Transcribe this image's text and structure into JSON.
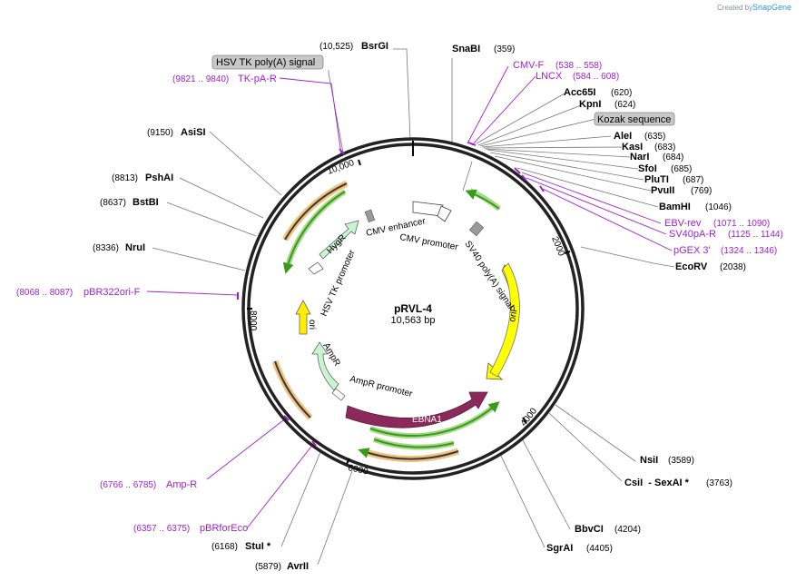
{
  "plasmid": {
    "name": "pRVL-4",
    "length_label": "10,563 bp"
  },
  "credit": {
    "created_by": "Created by",
    "brand": "SnapGene"
  },
  "boxed_labels": [
    {
      "id": "hsv-tk",
      "text": "HSV TK poly(A) signal"
    },
    {
      "id": "kozak",
      "text": "Kozak sequence"
    }
  ],
  "ticks": [
    "2000",
    "4000",
    "6000",
    "8000",
    "10,000"
  ],
  "enzymes": [
    {
      "name": "BsrGI",
      "pos": "(10,525)"
    },
    {
      "name": "SnaBI",
      "pos": "(359)"
    },
    {
      "name": "Acc65I",
      "pos": "(620)"
    },
    {
      "name": "KpnI",
      "pos": "(624)"
    },
    {
      "name": "AleI",
      "pos": "(635)"
    },
    {
      "name": "KasI",
      "pos": "(683)"
    },
    {
      "name": "NarI",
      "pos": "(684)"
    },
    {
      "name": "SfoI",
      "pos": "(685)"
    },
    {
      "name": "PluTI",
      "pos": "(687)"
    },
    {
      "name": "PvuII",
      "pos": "(769)"
    },
    {
      "name": "BamHI",
      "pos": "(1046)"
    },
    {
      "name": "EcoRV",
      "pos": "(2038)"
    },
    {
      "name": "NsiI",
      "pos": "(3589)"
    },
    {
      "name": "CsiI  - SexAI *",
      "pos": "(3763)"
    },
    {
      "name": "BbvCI",
      "pos": "(4204)"
    },
    {
      "name": "SgrAI",
      "pos": "(4405)"
    },
    {
      "name": "AvrII",
      "pos": "(5879)"
    },
    {
      "name": "StuI *",
      "pos": "(6168)"
    },
    {
      "name": "NruI",
      "pos": "(8336)"
    },
    {
      "name": "BstBI",
      "pos": "(8637)"
    },
    {
      "name": "PshAI",
      "pos": "(8813)"
    },
    {
      "name": "AsiSI",
      "pos": "(9150)"
    }
  ],
  "primers": [
    {
      "name": "CMV-F",
      "pos": "(538 .. 558)"
    },
    {
      "name": "LNCX",
      "pos": "(584 .. 608)"
    },
    {
      "name": "EBV-rev",
      "pos": "(1071 .. 1090)"
    },
    {
      "name": "SV40pA-R",
      "pos": "(1125 .. 1144)"
    },
    {
      "name": "pGEX 3'",
      "pos": "(1324 .. 1346)"
    },
    {
      "name": "pBR322ori-F",
      "pos": "(8068 .. 8087)"
    },
    {
      "name": "Amp-R",
      "pos": "(6766 .. 6785)"
    },
    {
      "name": "pBRforEco",
      "pos": "(6357 .. 6375)"
    },
    {
      "name": "TK-pA-R",
      "pos": "(9821 .. 9840)"
    }
  ],
  "features": {
    "cmv_enhancer": "CMV enhancer",
    "cmv_promoter": "CMV promoter",
    "sv40_polya": "SV40 poly(A) signal",
    "orip": "oriP",
    "ebna1": "EBNA1",
    "ampr_promoter": "AmpR promoter",
    "ampr": "AmpR",
    "ori": "ori",
    "hsv_tk_promoter": "HSV TK promoter",
    "hygr": "HygR"
  },
  "colors": {
    "backbone": "#222222",
    "primer": "#a020d0",
    "orf_green": "#3a9a1a",
    "orf_orange_halo": "#f2c27a",
    "ebna1": "#8b2a5a",
    "orip": "#ffff00",
    "ampr": "#c8f5d0",
    "ori": "#ffee00",
    "hygr": "#c8f5d0",
    "sv40": "#999999",
    "label_box": "#c8c8c8"
  }
}
